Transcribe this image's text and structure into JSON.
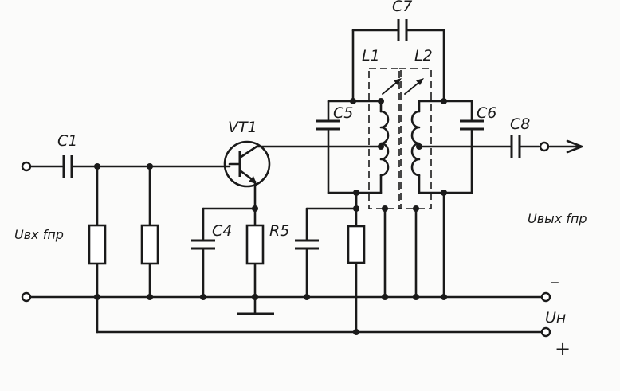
{
  "labels": {
    "c1": "C1",
    "vt1": "VT1",
    "c4": "C4",
    "r5": "R5",
    "c5": "C5",
    "l1": "L1",
    "l2": "L2",
    "c6": "C6",
    "c7": "C7",
    "c8": "C8",
    "u_in": "Uвх fпр",
    "u_out": "Uвых fпр",
    "u_supply": "Uн",
    "minus": "–",
    "plus": "+"
  }
}
